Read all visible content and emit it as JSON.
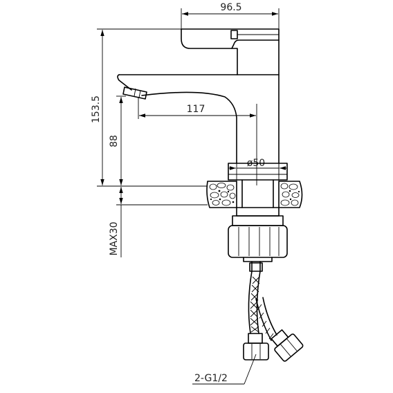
{
  "dimensions": {
    "width_top": "96.5",
    "spout_reach": "117",
    "total_height": "153.5",
    "spout_height": "88",
    "deck_thickness": "MAX30",
    "base_diameter": "ø50",
    "connector": "2-G1/2"
  },
  "colors": {
    "line": "#000000",
    "background": "#ffffff"
  }
}
